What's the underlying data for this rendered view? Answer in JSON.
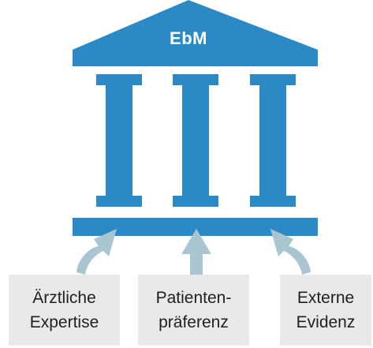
{
  "colors": {
    "temple": "#2b8ac6",
    "arrow": "#a9c5d1",
    "box_fill": "#e9e9e9",
    "text": "#1f1f1f"
  },
  "diagram": {
    "roof_label": "EbM",
    "pillars": [
      {
        "label": "Ärztliche\nExpertise"
      },
      {
        "label": "Patienten-\npräferenz"
      },
      {
        "label": "Externe\nEvidenz"
      }
    ]
  }
}
